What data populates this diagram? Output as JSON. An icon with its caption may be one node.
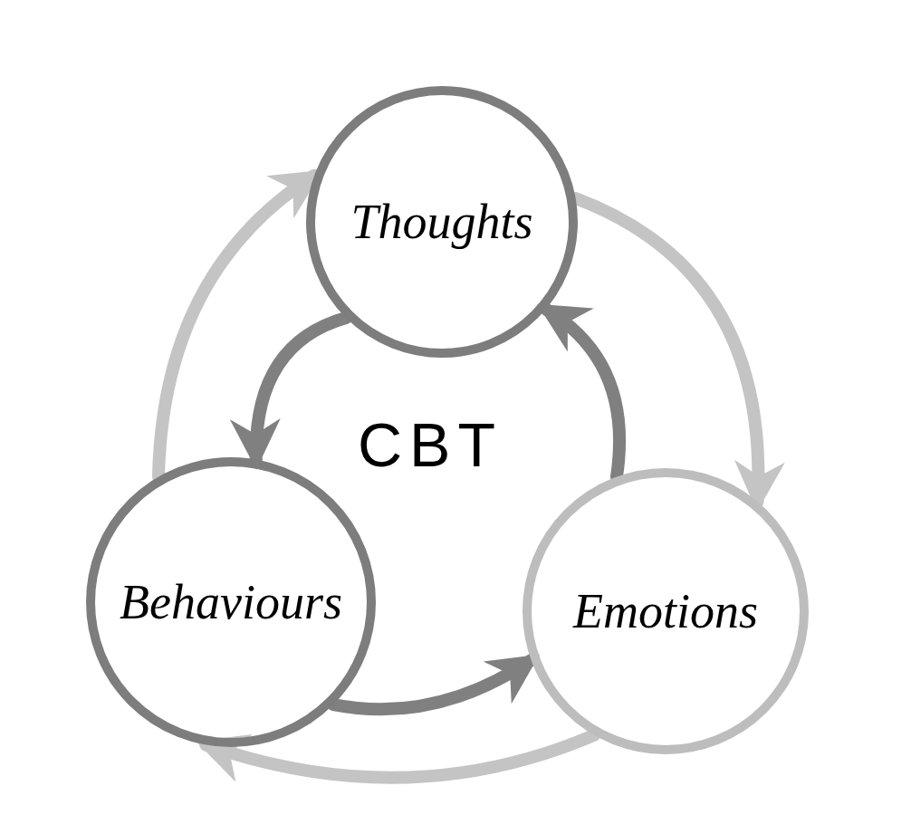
{
  "diagram": {
    "nodes": [
      {
        "text": [
          "Thoughts"
        ]
      },
      {
        "text": [
          "Behaviours"
        ]
      },
      {
        "text": [
          "Emotions"
        ]
      }
    ],
    "edges": [
      {
        "from": 1,
        "to": 0,
        "arrow": "to",
        "color": "#c4c4c4"
      },
      {
        "from": 0,
        "to": 1,
        "arrow": "to"
      },
      {
        "from": 0,
        "to": 2,
        "arrow": "to",
        "color": "#c4c4c4"
      },
      {
        "from": 2,
        "to": 0,
        "arrow": "to"
      },
      {
        "from": 1,
        "to": 2,
        "arrow": "to"
      },
      {
        "from": 2,
        "to": 1,
        "arrow": "to",
        "color": "#c4c4c4"
      }
    ],
    "labels": [
      "CBT"
    ]
  }
}
